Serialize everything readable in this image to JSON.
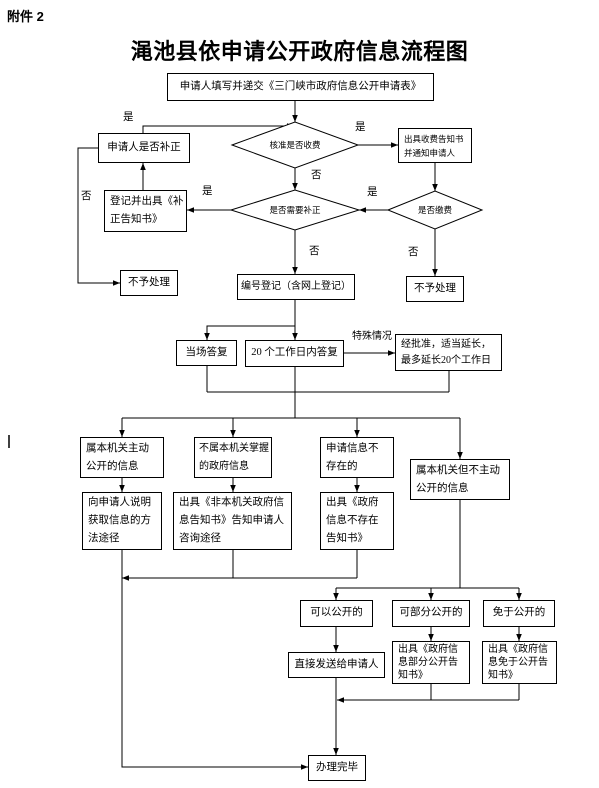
{
  "attachment_label": "附件 2",
  "title": "渑池县依申请公开政府信息流程图",
  "colors": {
    "line": "#000000",
    "background": "#ffffff",
    "text": "#000000"
  },
  "flow": {
    "submit_application": "申请人填写并递交《三门峡市政府信息公开申请表》",
    "check_fee": "核准是否收费",
    "applicant_supplement": "申请人是否补正",
    "fee_notice": [
      "出具收费告知书",
      "并通知申请人"
    ],
    "need_supplement": "是否需要补正",
    "register_supplement_notice": [
      "登记并出具《补",
      "正告知书》"
    ],
    "fee_paid": "是否缴费",
    "reject_left": "不予处理",
    "register_number": "编号登记（含网上登记）",
    "reject_right": "不予处理",
    "reply_on_spot": "当场答复",
    "reply_20_days": "20 个工作日内答复",
    "special_case": "特殊情况",
    "extension": [
      "经批准，适当延长，",
      "最多延长20个工作日"
    ],
    "active_disclosure": [
      "属本机关主动",
      "公开的信息"
    ],
    "not_held": [
      "不属本机关掌握",
      "的政府信息"
    ],
    "not_exist": [
      "申请信息不",
      "存在的"
    ],
    "not_active_disclosure": [
      "属本机关但不主动",
      "公开的信息"
    ],
    "explain_method": [
      "向申请人说明",
      "获取信息的方",
      "法途径"
    ],
    "non_agency_notice": [
      "出具《非本机关政府信",
      "息告知书》告知申请人",
      "咨询途径"
    ],
    "not_exist_notice": [
      "出具《政府",
      "信息不存在",
      "告知书》"
    ],
    "can_disclose": "可以公开的",
    "partial_disclose": "可部分公开的",
    "exempt": "免于公开的",
    "send_directly": "直接发送给申请人",
    "partial_notice": [
      "出具《政府信",
      "息部分公开告",
      "知书》"
    ],
    "exempt_notice": [
      "出具《政府信",
      "息免于公开告",
      "知书》"
    ],
    "complete": "办理完毕"
  },
  "branch_labels": {
    "supplement_yes": "是",
    "fee_yes": "是",
    "fee_no": "否",
    "supplement_no": "否",
    "need_supplement_yes": "是",
    "paid_yes": "是",
    "need_supplement_no": "否",
    "paid_no": "否"
  }
}
